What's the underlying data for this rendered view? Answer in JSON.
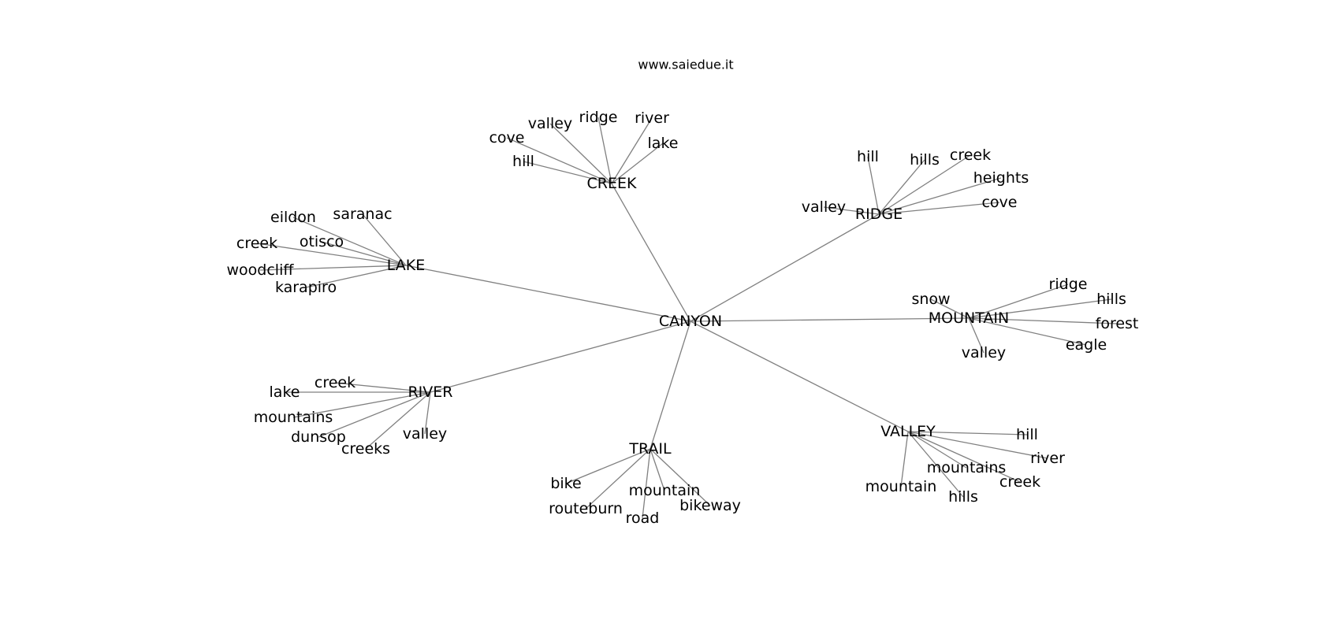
{
  "watermark": "www.saiedue.it",
  "graph": {
    "center": "CANYON",
    "hubs": [
      {
        "id": "CREEK",
        "leaves": [
          "cove",
          "valley",
          "ridge",
          "river",
          "lake",
          "hill"
        ]
      },
      {
        "id": "RIDGE",
        "leaves": [
          "hill",
          "hills",
          "creek",
          "heights",
          "cove",
          "valley"
        ]
      },
      {
        "id": "LAKE",
        "leaves": [
          "eildon",
          "saranac",
          "creek",
          "otisco",
          "woodcliff",
          "karapiro"
        ]
      },
      {
        "id": "MOUNTAIN",
        "leaves": [
          "snow",
          "ridge",
          "hills",
          "forest",
          "eagle",
          "valley"
        ]
      },
      {
        "id": "RIVER",
        "leaves": [
          "lake",
          "creek",
          "mountains",
          "dunsop",
          "creeks",
          "valley"
        ]
      },
      {
        "id": "TRAIL",
        "leaves": [
          "bike",
          "routeburn",
          "road",
          "mountain",
          "bikeway"
        ]
      },
      {
        "id": "VALLEY",
        "leaves": [
          "hill",
          "river",
          "mountains",
          "creek",
          "hills",
          "mountain"
        ]
      }
    ]
  }
}
